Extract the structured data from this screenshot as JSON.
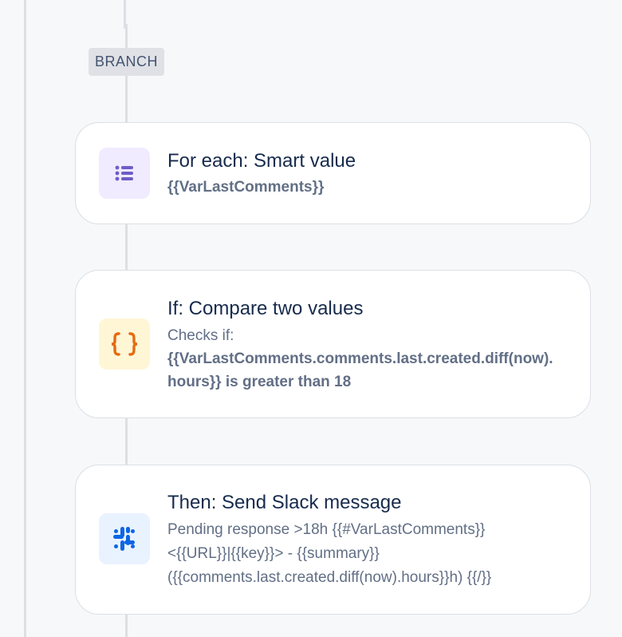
{
  "branch": {
    "label": "BRANCH"
  },
  "steps": [
    {
      "icon": "list-icon",
      "title": "For each: Smart value",
      "detail": "{{VarLastComments}}"
    },
    {
      "icon": "curly-braces-icon",
      "title": "If: Compare two values",
      "prefix": "Checks if:",
      "detail": "{{VarLastComments.comments.last.created.diff(now).hours}} is greater than 18"
    },
    {
      "icon": "slack-icon",
      "title": "Then: Send Slack message",
      "detail": "Pending response >18h {{#VarLastComments}}\n<{{URL}}|{{key}}> - {{summary}}\n({{comments.last.created.diff(now).hours}}h) {{/}}"
    }
  ],
  "colors": {
    "foreach_icon": "#6e5dc6",
    "if_icon": "#e56910",
    "slack_icon": "#0c66e4"
  }
}
